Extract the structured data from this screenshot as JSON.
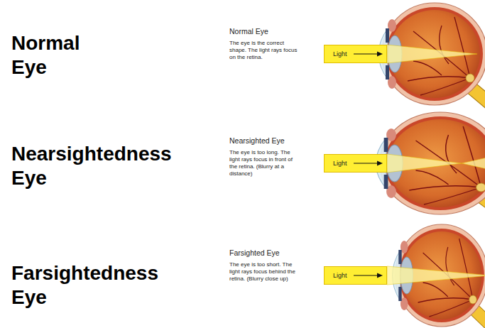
{
  "diagram": {
    "nodes": [
      {
        "text": [
          "Light"
        ]
      },
      {
        "text": [
          "Light"
        ]
      },
      {
        "text": [
          "Light"
        ]
      }
    ],
    "labels": [
      "Normal Eye",
      "Normal Eye",
      "The eye is the correct shape. The light rays focus on the retina.",
      "Nearsightedness Eye",
      "Nearsighted Eye",
      "The eye is too long. The light rays focus in front of the retina. (Blurry at a distance)",
      "Farsightedness Eye",
      "Farsighted Eye",
      "The eye is too short. The light rays focus behind the retina. (Blurry close up)"
    ]
  }
}
